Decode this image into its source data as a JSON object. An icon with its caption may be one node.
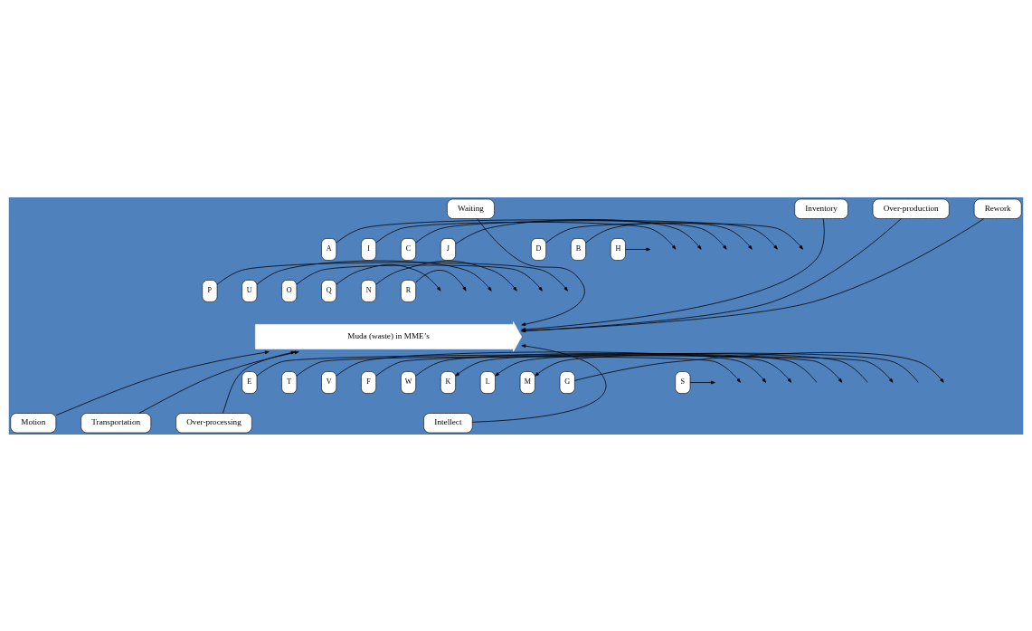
{
  "diagram": {
    "nodes": [
      {
        "text": [
          "Waiting"
        ]
      },
      {
        "text": [
          "Inventory"
        ]
      },
      {
        "text": [
          "Over-production"
        ]
      },
      {
        "text": [
          "Rework"
        ]
      },
      {
        "text": [
          "Muda (waste) in MME’s"
        ]
      },
      {
        "text": [
          "Intellect"
        ]
      },
      {
        "text": [
          "Motion"
        ]
      },
      {
        "text": [
          "Transportation"
        ]
      },
      {
        "text": [
          "Over-processing"
        ]
      },
      {
        "text": [
          "A"
        ]
      },
      {
        "text": [
          "B"
        ]
      },
      {
        "text": [
          "C"
        ]
      },
      {
        "text": [
          "D"
        ]
      },
      {
        "text": [
          "E"
        ]
      },
      {
        "text": [
          "F"
        ]
      },
      {
        "text": [
          "G"
        ]
      },
      {
        "text": [
          "H"
        ]
      },
      {
        "text": [
          "I"
        ]
      },
      {
        "text": [
          "J"
        ]
      },
      {
        "text": [
          "K"
        ]
      },
      {
        "text": [
          "L"
        ]
      },
      {
        "text": [
          "M"
        ]
      },
      {
        "text": [
          "N"
        ]
      },
      {
        "text": [
          "O"
        ]
      },
      {
        "text": [
          "P"
        ]
      },
      {
        "text": [
          "Q"
        ]
      },
      {
        "text": [
          "R"
        ]
      },
      {
        "text": [
          "S"
        ]
      },
      {
        "text": [
          "T"
        ]
      },
      {
        "text": [
          "U"
        ]
      },
      {
        "text": [
          "V"
        ]
      },
      {
        "text": [
          "W"
        ]
      }
    ],
    "edges": [
      {
        "from": 0,
        "to": 4,
        "arrow": "to"
      },
      {
        "from": 1,
        "to": 4,
        "arrow": "to"
      },
      {
        "from": 2,
        "to": 4,
        "arrow": "to"
      },
      {
        "from": 3,
        "to": 4,
        "arrow": "to"
      },
      {
        "from": 5,
        "to": 4,
        "arrow": "to"
      },
      {
        "from": 6,
        "to": 4,
        "arrow": "to"
      },
      {
        "from": 7,
        "to": 4,
        "arrow": "to"
      },
      {
        "from": 8,
        "to": 4,
        "arrow": "to"
      },
      {
        "from": 9,
        "to": null,
        "arrow": "to"
      },
      {
        "from": 10,
        "to": null,
        "arrow": "to"
      },
      {
        "from": 11,
        "to": null,
        "arrow": "to"
      },
      {
        "from": 12,
        "to": null,
        "arrow": "to"
      },
      {
        "from": 13,
        "to": null,
        "arrow": "to"
      },
      {
        "from": 14,
        "to": null,
        "arrow": "to"
      },
      {
        "from": 15,
        "to": null,
        "arrow": "to"
      },
      {
        "from": 16,
        "to": null,
        "arrow": "to"
      },
      {
        "from": 17,
        "to": null,
        "arrow": "to"
      },
      {
        "from": 18,
        "to": null,
        "arrow": "to"
      },
      {
        "from": null,
        "to": 19,
        "arrow": "to"
      },
      {
        "from": null,
        "to": 20,
        "arrow": "to"
      },
      {
        "from": null,
        "to": 21,
        "arrow": "to"
      },
      {
        "from": 22,
        "to": null,
        "arrow": "to"
      },
      {
        "from": 23,
        "to": null,
        "arrow": "to"
      },
      {
        "from": 24,
        "to": null,
        "arrow": "to"
      },
      {
        "from": 25,
        "to": null,
        "arrow": "to"
      },
      {
        "from": 26,
        "to": null,
        "arrow": "to"
      },
      {
        "from": 27,
        "to": null,
        "arrow": "to"
      },
      {
        "from": 28,
        "to": null,
        "arrow": "to"
      },
      {
        "from": 29,
        "to": null,
        "arrow": "to"
      },
      {
        "from": 30,
        "to": null,
        "arrow": "to"
      },
      {
        "from": 31,
        "to": null,
        "arrow": "to"
      }
    ]
  }
}
